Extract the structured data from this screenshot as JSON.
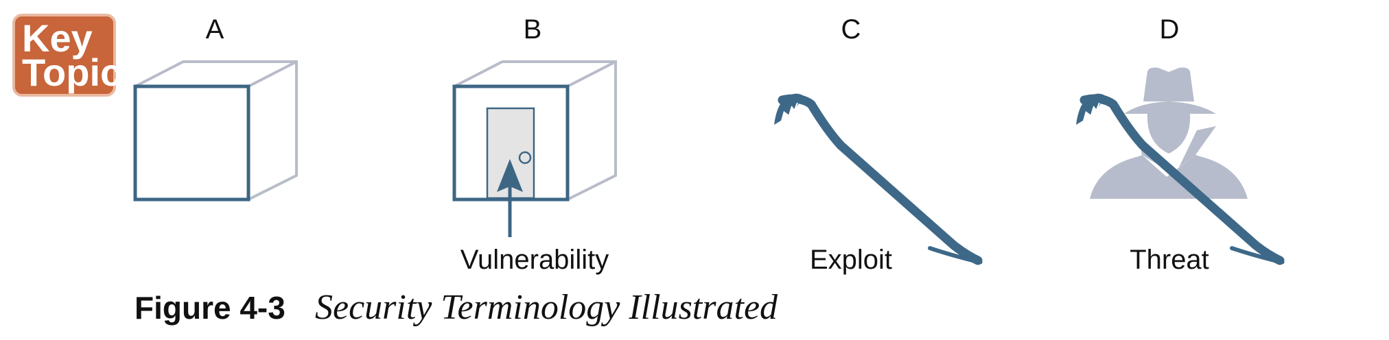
{
  "badge": {
    "line1": "Key",
    "line2": "Topic"
  },
  "panels": [
    {
      "letter": "A",
      "caption": ""
    },
    {
      "letter": "B",
      "caption": "Vulnerability"
    },
    {
      "letter": "C",
      "caption": "Exploit"
    },
    {
      "letter": "D",
      "caption": "Threat"
    }
  ],
  "figure": {
    "label": "Figure 4-3",
    "title": "Security Terminology Illustrated"
  },
  "colors": {
    "badge_fill": "#c8653a",
    "badge_border": "#e9b9a1",
    "box_front": "#3d6684",
    "box_back": "#b7bcc8",
    "door_fill": "#e4e4e4",
    "crowbar": "#3e6888",
    "silhouette": "#b6bccb"
  },
  "icons": {
    "badge": "key-topic-badge",
    "box": "cube-icon",
    "door": "door-icon",
    "arrow": "up-arrow-icon",
    "crowbar": "crowbar-icon",
    "person": "hooded-figure-icon"
  }
}
